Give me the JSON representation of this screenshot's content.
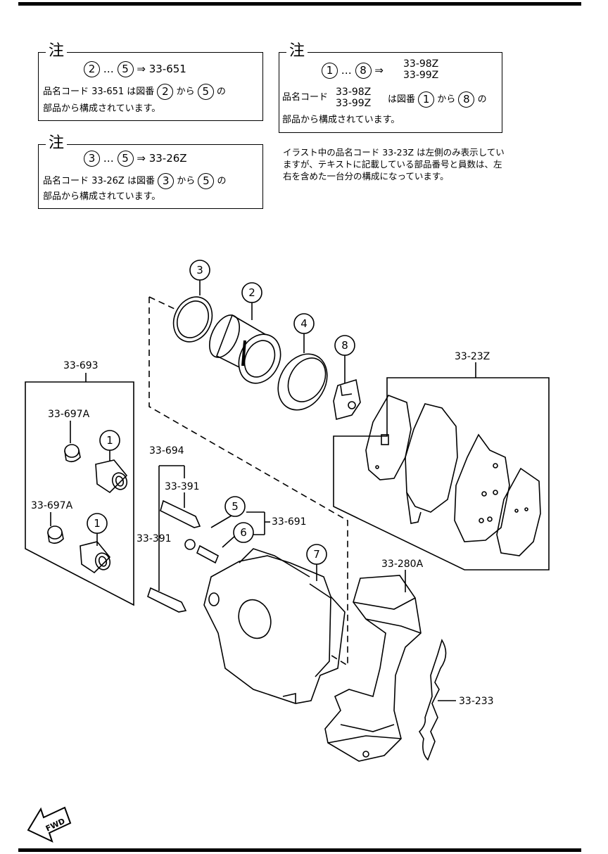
{
  "notes": {
    "title_char": "注",
    "n1": {
      "a": "2",
      "b": "5",
      "arrow": "⇒",
      "code": "33-651",
      "l2_pre": "品名コード 33-651 は図番",
      "l2_mid": "から",
      "l2_post": "の",
      "l3": "部品から構成されています。"
    },
    "n2": {
      "a": "1",
      "b": "8",
      "arrow": "⇒",
      "code1": "33-98Z",
      "code2": "33-99Z",
      "l2_pre": "品名コード",
      "l2_mid1": "は図番",
      "l2_mid2": "から",
      "l2_post": "の",
      "l3": "部品から構成されています。"
    },
    "n3": {
      "a": "3",
      "b": "5",
      "arrow": "⇒",
      "code": "33-26Z",
      "l2_pre": "品名コード 33-26Z は図番",
      "l2_mid": "から",
      "l2_post": "の",
      "l3": "部品から構成されています。"
    },
    "dots": "…",
    "remark": "イラスト中の品名コード 33-23Z は左側のみ表示していますが、テキストに記載している部品番号と員数は、左右を含めた一台分の構成になっています。"
  },
  "diagram": {
    "labels": {
      "p33_693": "33-693",
      "p33_697A_a": "33-697A",
      "p33_697A_b": "33-697A",
      "p33_694": "33-694",
      "p33_391_a": "33-391",
      "p33_391_b": "33-391",
      "p33_691": "33-691",
      "p33_23Z": "33-23Z",
      "p33_280A": "33-280A",
      "p33_233": "33-233"
    },
    "callouts": {
      "c1a": "1",
      "c1b": "1",
      "c2": "2",
      "c3": "3",
      "c4": "4",
      "c5": "5",
      "c6": "6",
      "c7": "7",
      "c8": "8"
    },
    "fwd": "FWD"
  }
}
